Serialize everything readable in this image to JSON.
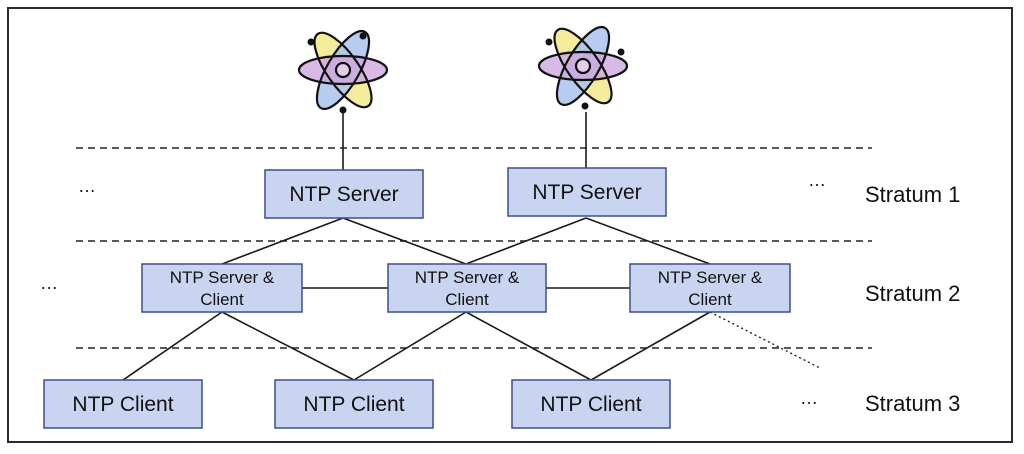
{
  "stratum_labels": {
    "s1": "Stratum 1",
    "s2": "Stratum 2",
    "s3": "Stratum 3"
  },
  "ellipsis": "…",
  "nodes": {
    "server_1": "NTP Server",
    "server_2": "NTP Server",
    "sc_1": [
      "NTP Server &",
      "Client"
    ],
    "sc_2": [
      "NTP Server &",
      "Client"
    ],
    "sc_3": [
      "NTP Server &",
      "Client"
    ],
    "client_1": "NTP Client",
    "client_2": "NTP Client",
    "client_3": "NTP Client"
  },
  "icons": {
    "clock_source_1": "atom-icon",
    "clock_source_2": "atom-icon"
  },
  "colors": {
    "box_fill": "#c9d5f0",
    "box_stroke": "#3a4f8a",
    "atom_yellow": "#f3e98a",
    "atom_blue": "#a9c3ee",
    "atom_purple": "#cfa8e0"
  }
}
